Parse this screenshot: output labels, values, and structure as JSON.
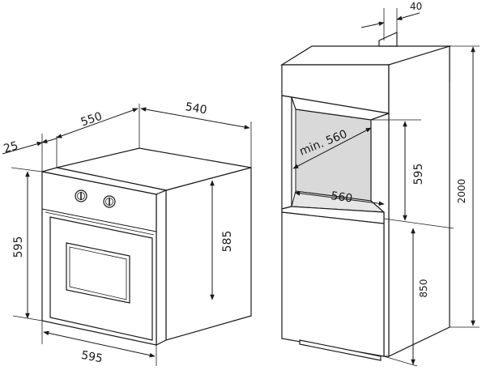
{
  "oven_dims": {
    "depth_total": "550",
    "width_body": "540",
    "front_overhang": "25",
    "height_front": "595",
    "height_body": "585",
    "width_front": "595"
  },
  "niche_dims": {
    "top_gap": "40",
    "depth_min": "min. 560",
    "width": "560",
    "height": "595",
    "cabinet_height": "2000",
    "base_height": "850"
  },
  "colors": {
    "line": "#1a1a1a",
    "shade": "#d9d9d9"
  }
}
